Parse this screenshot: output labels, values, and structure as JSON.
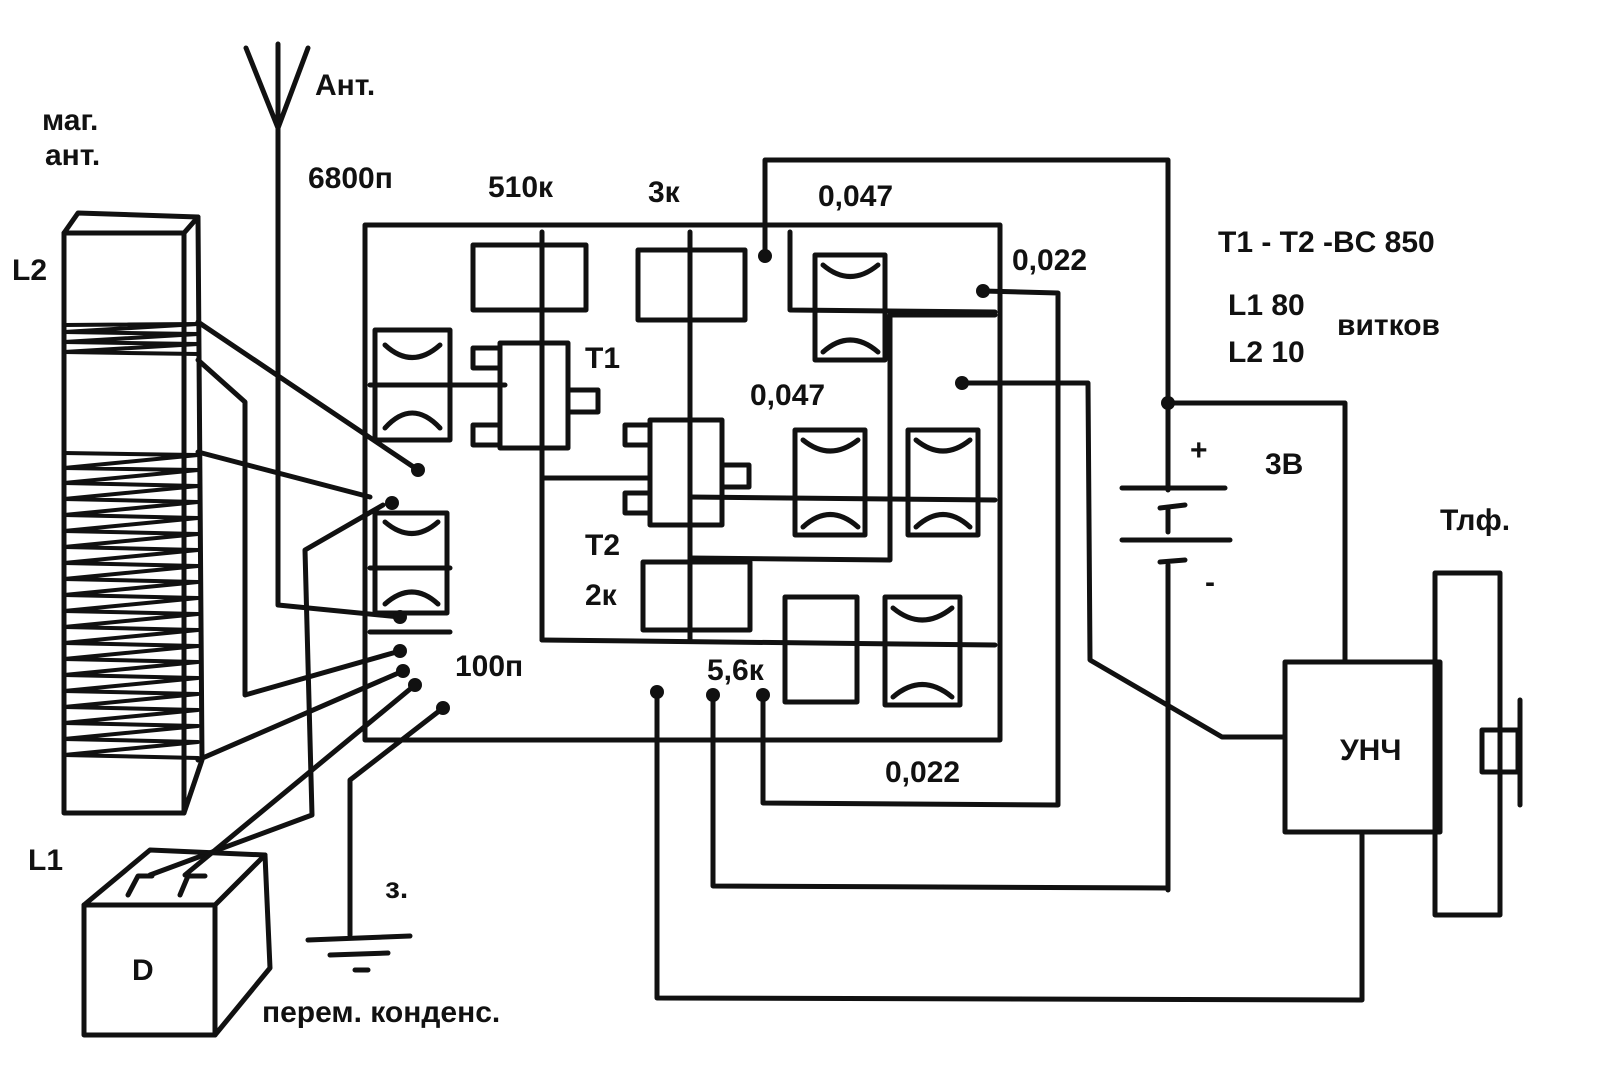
{
  "labels": {
    "magnetic_antenna": [
      "маг.",
      "ант."
    ],
    "antenna": "Ант.",
    "coil_l2": "L2",
    "coil_l1": "L1",
    "cap_6800p": "6800п",
    "res_510k": "510к",
    "res_3k": "3к",
    "cap_0047_top": "0,047",
    "cap_0022_right": "0,022",
    "transistors_note": "T1 - T2 -BC 850",
    "coil_l1_turns": "L1 80",
    "coil_l2_turns": "L2 10",
    "turns_word": "витков",
    "transistor_t1": "T1",
    "transistor_t2": "T2",
    "cap_0047_mid": "0,047",
    "res_2k": "2к",
    "cap_100p": "100п",
    "res_5_6k": "5,6к",
    "cap_0022_bottom": "0,022",
    "battery_plus": "+",
    "battery_minus": "-",
    "battery_voltage": "3В",
    "headphones": "Тлф.",
    "amplifier": "УНЧ",
    "ground": "з.",
    "variable_capacitor": "перем. конденс.",
    "variable_capacitor_mark": "D"
  }
}
